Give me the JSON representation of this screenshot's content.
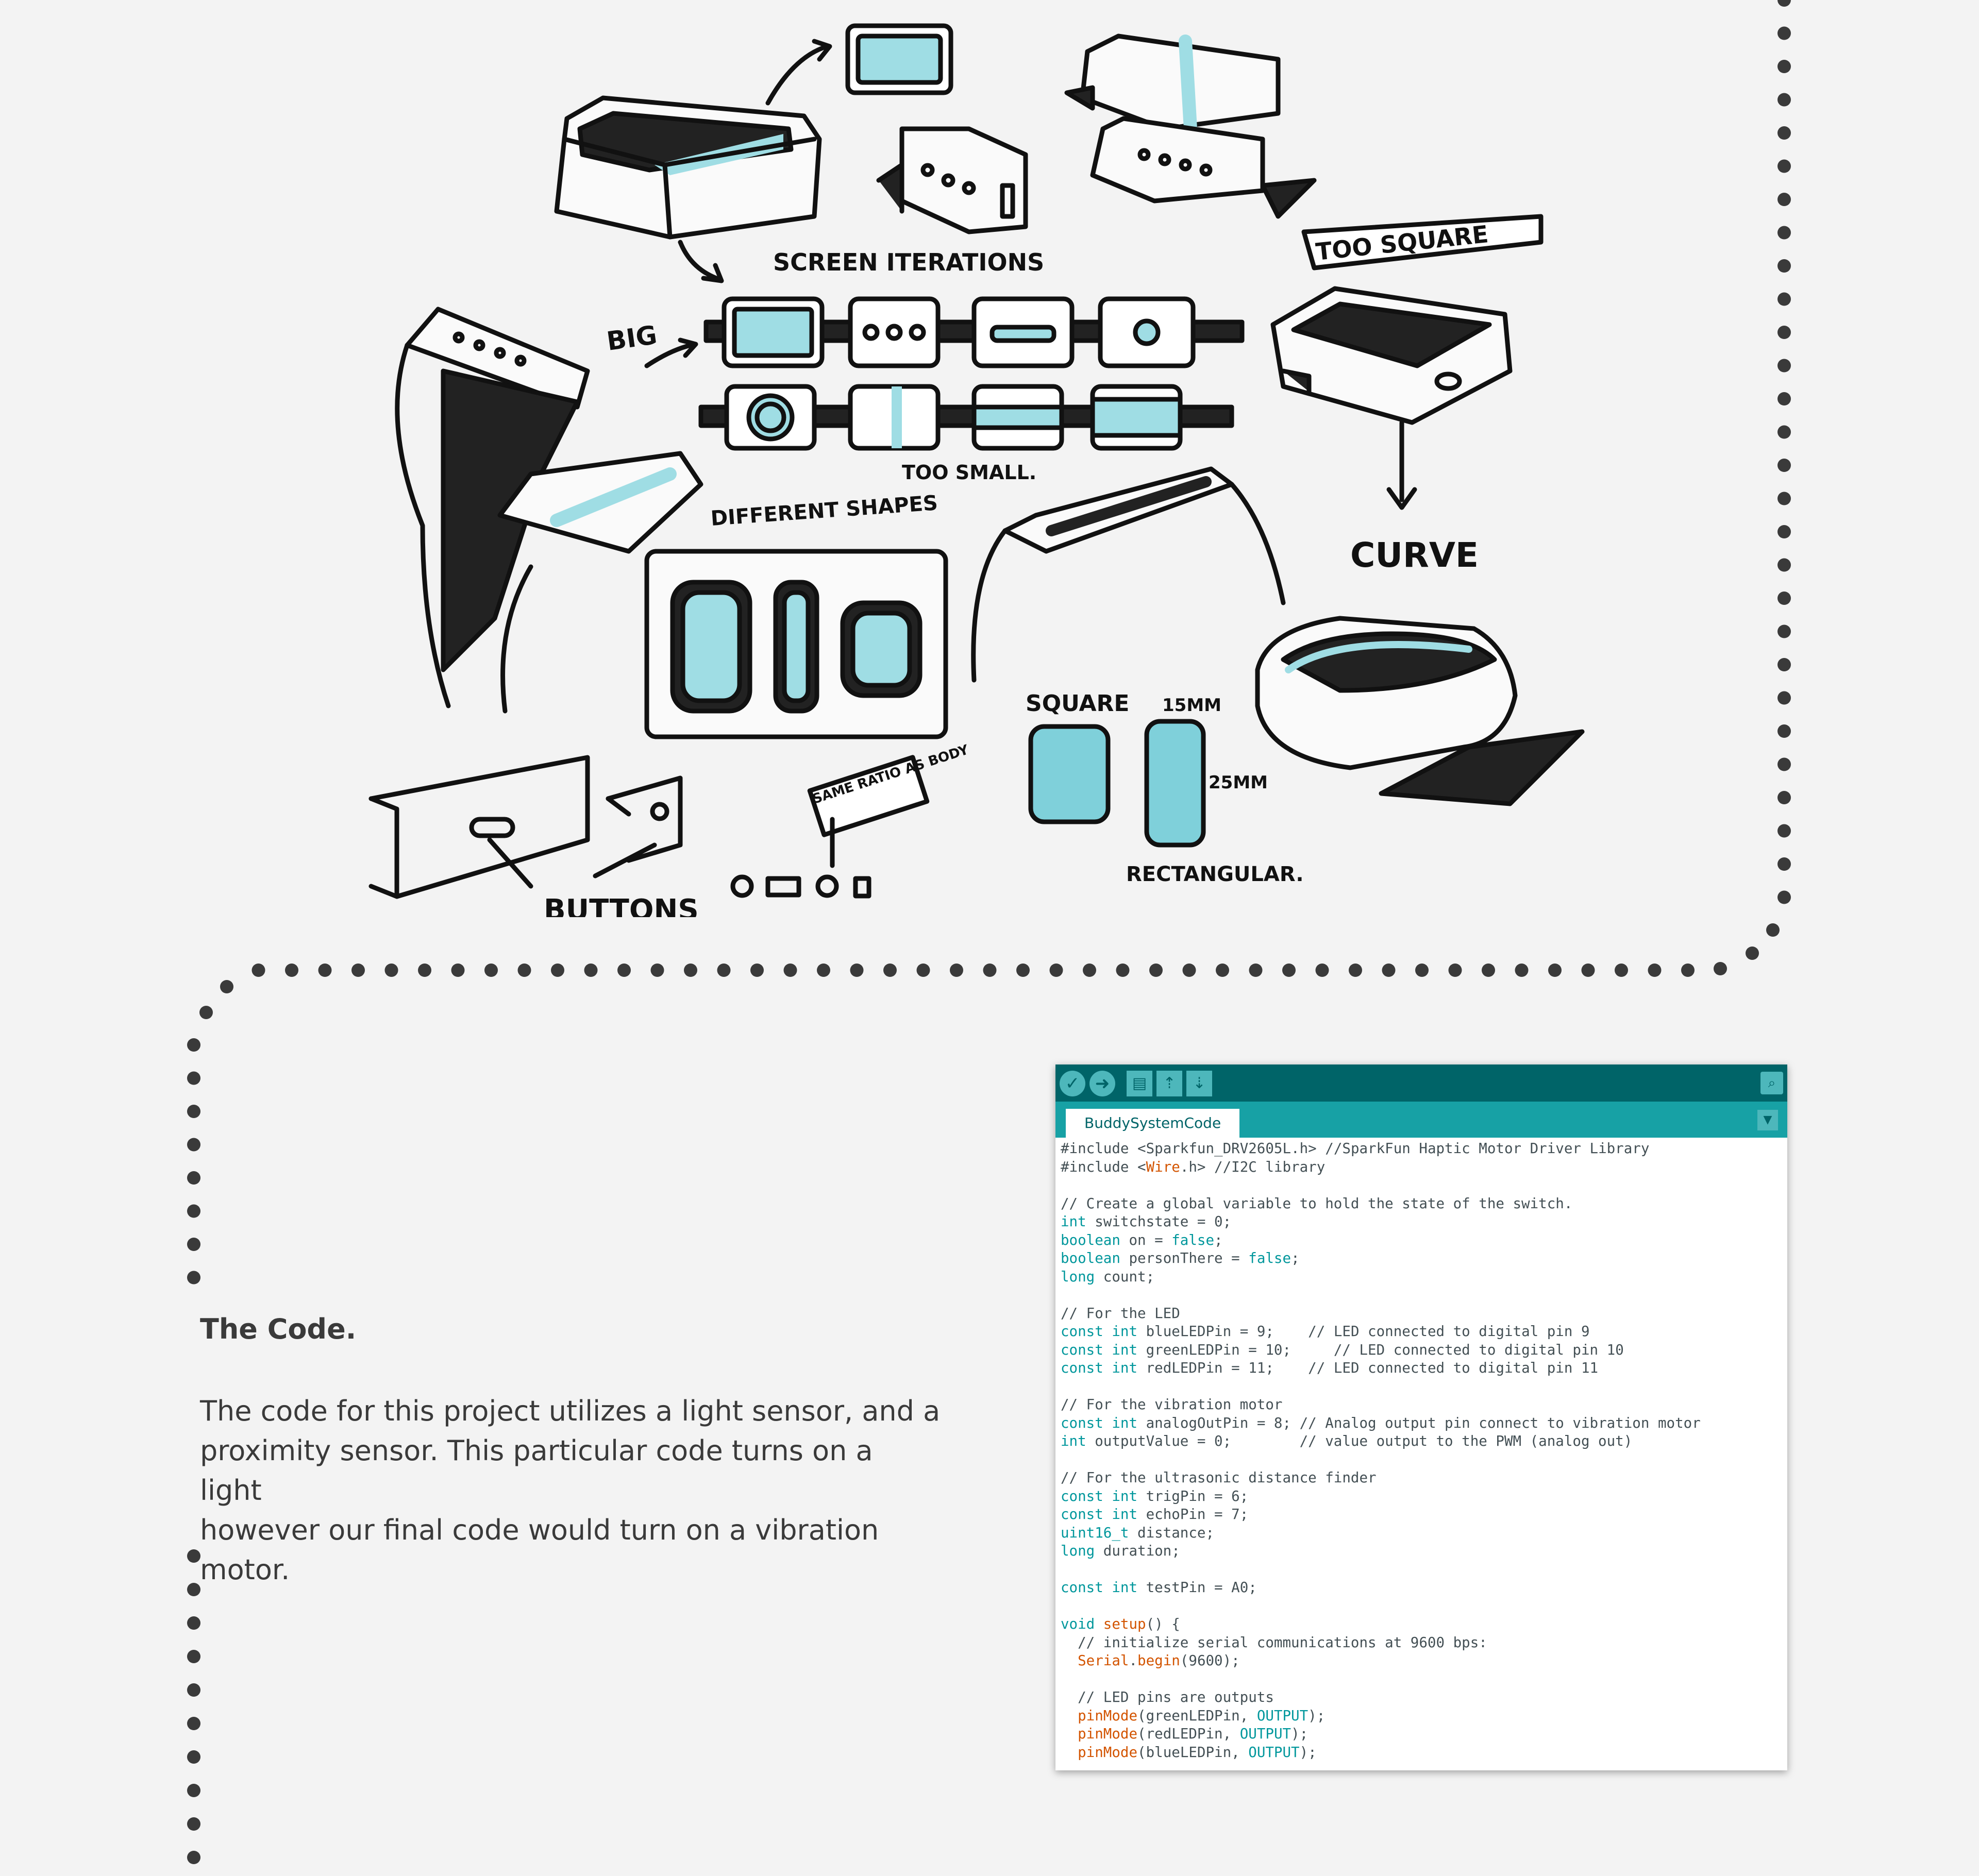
{
  "sketch": {
    "labels": {
      "screen_iterations": "SCREEN ITERATIONS",
      "big": "BIG",
      "too_square": "TOO SQUARE",
      "too_small": "TOO SMALL.",
      "different_shapes": "DIFFERENT SHAPES",
      "curve": "CURVE",
      "square": "SQUARE",
      "mm15": "15MM",
      "mm25": "25MM",
      "rectangular": "RECTANGULAR.",
      "same_ratio": "SAME RATIO AS BODY",
      "buttons": "BUTTONS"
    }
  },
  "section": {
    "title": "The Code.",
    "body": "The code for this project utilizes a light sensor, and a\nproximity sensor. This particular code turns on a light\nhowever our final code would turn on a vibration motor."
  },
  "ide": {
    "tab_label": "BuddySystemCode",
    "toolbar_icons": [
      "verify-icon",
      "upload-icon",
      "new-icon",
      "open-icon",
      "save-icon",
      "serial-monitor-icon"
    ],
    "accent_colors": {
      "toolbar": "#006468",
      "tabbar": "#17a1a5",
      "keyword": "#00979c",
      "function": "#d35400"
    },
    "code_lines": [
      [
        {
          "t": "#include <",
          "c": "cm"
        },
        {
          "t": "Sparkfun_DRV2605L.h",
          "c": "cm"
        },
        {
          "t": "> //SparkFun Haptic Motor Driver Library",
          "c": "cm"
        }
      ],
      [
        {
          "t": "#include <",
          "c": "cm"
        },
        {
          "t": "Wire",
          "c": "fn"
        },
        {
          "t": ".h> //I2C library",
          "c": "cm"
        }
      ],
      [],
      [
        {
          "t": "// Create a global variable to hold the state of the switch.",
          "c": "cm"
        }
      ],
      [
        {
          "t": "int",
          "c": "kw"
        },
        {
          "t": " switchstate = 0;",
          "c": ""
        }
      ],
      [
        {
          "t": "boolean",
          "c": "kw"
        },
        {
          "t": " on = ",
          "c": ""
        },
        {
          "t": "false",
          "c": "kw"
        },
        {
          "t": ";",
          "c": ""
        }
      ],
      [
        {
          "t": "boolean",
          "c": "kw"
        },
        {
          "t": " personThere = ",
          "c": ""
        },
        {
          "t": "false",
          "c": "kw"
        },
        {
          "t": ";",
          "c": ""
        }
      ],
      [
        {
          "t": "long",
          "c": "kw"
        },
        {
          "t": " count;",
          "c": ""
        }
      ],
      [],
      [
        {
          "t": "// For the LED",
          "c": "cm"
        }
      ],
      [
        {
          "t": "const",
          "c": "kw"
        },
        {
          "t": " ",
          "c": ""
        },
        {
          "t": "int",
          "c": "kw"
        },
        {
          "t": " blueLEDPin = 9;    // LED connected to digital pin 9",
          "c": ""
        }
      ],
      [
        {
          "t": "const",
          "c": "kw"
        },
        {
          "t": " ",
          "c": ""
        },
        {
          "t": "int",
          "c": "kw"
        },
        {
          "t": " greenLEDPin = 10;     // LED connected to digital pin 10",
          "c": ""
        }
      ],
      [
        {
          "t": "const",
          "c": "kw"
        },
        {
          "t": " ",
          "c": ""
        },
        {
          "t": "int",
          "c": "kw"
        },
        {
          "t": " redLEDPin = 11;    // LED connected to digital pin 11",
          "c": ""
        }
      ],
      [],
      [
        {
          "t": "// For the vibration motor",
          "c": "cm"
        }
      ],
      [
        {
          "t": "const",
          "c": "kw"
        },
        {
          "t": " ",
          "c": ""
        },
        {
          "t": "int",
          "c": "kw"
        },
        {
          "t": " analogOutPin = 8; // Analog output pin connect to vibration motor",
          "c": ""
        }
      ],
      [
        {
          "t": "int",
          "c": "kw"
        },
        {
          "t": " outputValue = 0;        // value output to the PWM (analog out)",
          "c": ""
        }
      ],
      [],
      [
        {
          "t": "// For the ultrasonic distance finder",
          "c": "cm"
        }
      ],
      [
        {
          "t": "const",
          "c": "kw"
        },
        {
          "t": " ",
          "c": ""
        },
        {
          "t": "int",
          "c": "kw"
        },
        {
          "t": " trigPin = 6;",
          "c": ""
        }
      ],
      [
        {
          "t": "const",
          "c": "kw"
        },
        {
          "t": " ",
          "c": ""
        },
        {
          "t": "int",
          "c": "kw"
        },
        {
          "t": " echoPin = 7;",
          "c": ""
        }
      ],
      [
        {
          "t": "uint16_t",
          "c": "kw"
        },
        {
          "t": " distance;",
          "c": ""
        }
      ],
      [
        {
          "t": "long",
          "c": "kw"
        },
        {
          "t": " duration;",
          "c": ""
        }
      ],
      [],
      [
        {
          "t": "const",
          "c": "kw"
        },
        {
          "t": " ",
          "c": ""
        },
        {
          "t": "int",
          "c": "kw"
        },
        {
          "t": " testPin = A0;",
          "c": ""
        }
      ],
      [],
      [
        {
          "t": "void",
          "c": "kw"
        },
        {
          "t": " ",
          "c": ""
        },
        {
          "t": "setup",
          "c": "fn"
        },
        {
          "t": "() {",
          "c": ""
        }
      ],
      [
        {
          "t": "  // initialize serial communications at 9600 bps:",
          "c": "cm"
        }
      ],
      [
        {
          "t": "  ",
          "c": ""
        },
        {
          "t": "Serial",
          "c": "fn"
        },
        {
          "t": ".",
          "c": ""
        },
        {
          "t": "begin",
          "c": "fn"
        },
        {
          "t": "(9600);",
          "c": ""
        }
      ],
      [],
      [
        {
          "t": "  // LED pins are outputs",
          "c": "cm"
        }
      ],
      [
        {
          "t": "  ",
          "c": ""
        },
        {
          "t": "pinMode",
          "c": "fn"
        },
        {
          "t": "(greenLEDPin, ",
          "c": ""
        },
        {
          "t": "OUTPUT",
          "c": "kw"
        },
        {
          "t": ");",
          "c": ""
        }
      ],
      [
        {
          "t": "  ",
          "c": ""
        },
        {
          "t": "pinMode",
          "c": "fn"
        },
        {
          "t": "(redLEDPin, ",
          "c": ""
        },
        {
          "t": "OUTPUT",
          "c": "kw"
        },
        {
          "t": ");",
          "c": ""
        }
      ],
      [
        {
          "t": "  ",
          "c": ""
        },
        {
          "t": "pinMode",
          "c": "fn"
        },
        {
          "t": "(blueLEDPin, ",
          "c": ""
        },
        {
          "t": "OUTPUT",
          "c": "kw"
        },
        {
          "t": ");",
          "c": ""
        }
      ]
    ]
  }
}
